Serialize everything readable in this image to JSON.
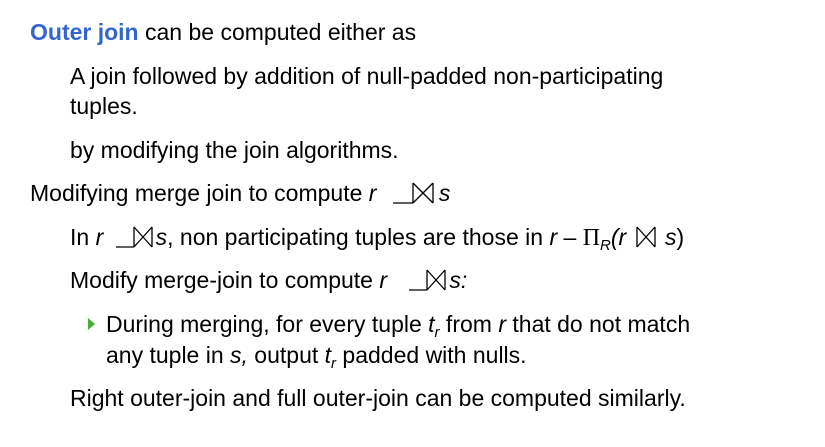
{
  "l1": {
    "highlight": "Outer join",
    "rest": " can be computed either as"
  },
  "l2a": "A join followed by addition of null-padded non-participating",
  "l2b": "tuples.",
  "l3": "by modifying the join algorithms.",
  "l4": {
    "text": "Modifying merge join to compute ",
    "r": "r",
    "s": "s"
  },
  "l5": {
    "pre": "In ",
    "r": "r",
    "s": "s",
    "mid": ", non participating tuples are those in ",
    "r2": "r",
    "minus": " – ",
    "pi": "Π",
    "sub": "R",
    "open": "(",
    "r3": "r",
    "s2": "s",
    "close": ")"
  },
  "l6": {
    "text": "Modify merge-join to compute ",
    "r": "r",
    "s": "s:"
  },
  "l7": {
    "a": "During merging, for every tuple ",
    "t": "t",
    "sub": "r",
    "b": " from ",
    "r": "r",
    "c": " that do not match"
  },
  "l8": {
    "a": "any tuple in ",
    "s": "s,",
    "b": " output ",
    "t": "t",
    "sub": "r",
    "c": " padded with nulls."
  },
  "l9": "Right outer-join and full outer-join can be computed similarly.",
  "colors": {
    "accent": "#3366cc",
    "bullet": "#4cae3a"
  }
}
